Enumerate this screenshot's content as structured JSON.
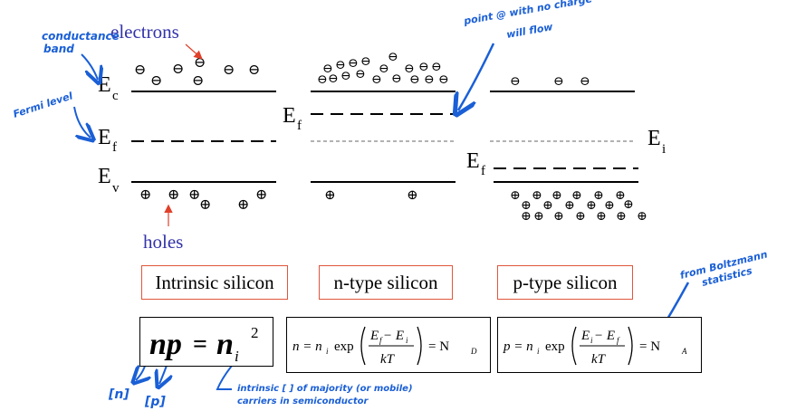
{
  "labels": {
    "electrons": "electrons",
    "holes": "holes",
    "ec_main": "E",
    "ec_sub": "c",
    "ef_main": "E",
    "ef_sub": "f",
    "ev_main": "E",
    "ev_sub": "v",
    "ef_n_main": "E",
    "ef_n_sub": "f",
    "ef_p_main": "E",
    "ef_p_sub": "f",
    "ei_main": "E",
    "ei_sub": "i"
  },
  "carrier_symbols": {
    "electron": "⊖",
    "hole": "⊕"
  },
  "boxes": {
    "intrinsic": "Intrinsic silicon",
    "ntype": "n-type silicon",
    "ptype": "p-type silicon"
  },
  "equations": {
    "intrinsic_np": "np",
    "intrinsic_eq": "=",
    "intrinsic_ni": "n",
    "intrinsic_ni_sub": "i",
    "intrinsic_ni_sup": "2",
    "n_lhs": "n = n",
    "n_lhs_sub": "i",
    "n_exp": "exp",
    "n_num": "E",
    "n_num_sub1": "f",
    "n_num_mid": " − E",
    "n_num_sub2": "i",
    "n_den": "kT",
    "n_rhs": "= N",
    "n_rhs_sub": "D",
    "p_lhs": "p = n",
    "p_lhs_sub": "i",
    "p_exp": "exp",
    "p_num": "E",
    "p_num_sub1": "i",
    "p_num_mid": " − E",
    "p_num_sub2": "f",
    "p_den": "kT",
    "p_rhs": "= N",
    "p_rhs_sub": "A"
  },
  "annotations": {
    "conduction_band_1": "conductance",
    "conduction_band_2": "band",
    "fermi_level": "Fermi level",
    "point_no_charge_1": "point @ with no charge",
    "point_no_charge_2": "will flow",
    "boltzmann_1": "from Boltzmann",
    "boltzmann_2": "statistics",
    "n_bracket": "[n]",
    "p_bracket": "[p]",
    "intrinsic_note_1": "intrinsic [ ] of majority (or mobile)",
    "intrinsic_note_2": "carriers in semiconductor"
  },
  "colors": {
    "label_blue": "#3333aa",
    "box_border": "#e0563b",
    "handwriting": "#1a5fd6",
    "arrow_red": "#e0402a",
    "dashed_gray": "#999999"
  }
}
